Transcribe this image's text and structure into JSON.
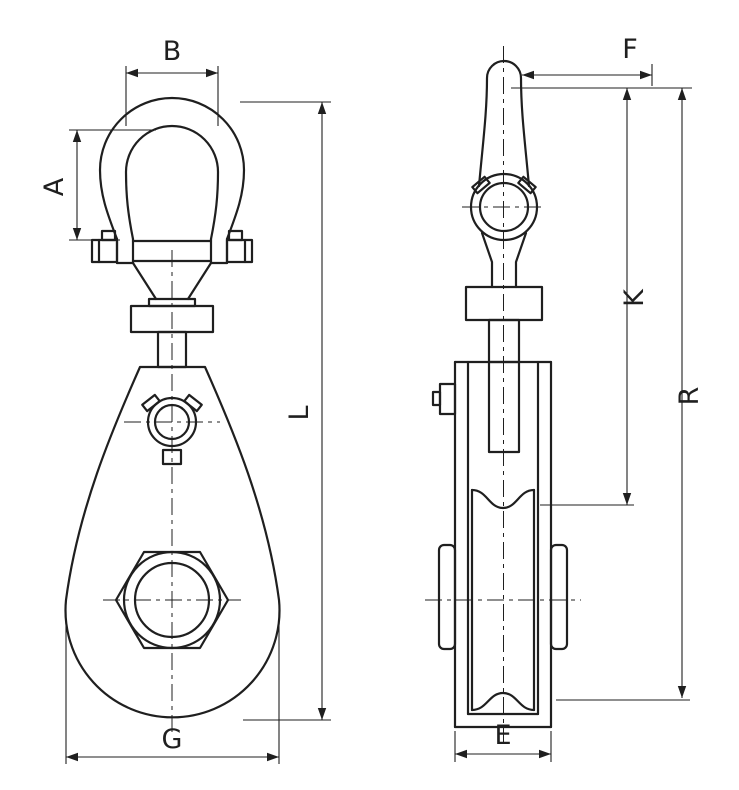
{
  "diagram": {
    "background_color": "#ffffff",
    "line_color": "#1f1f1f",
    "dimension_labels": {
      "B": "B",
      "A": "A",
      "L": "L",
      "G": "G",
      "F": "F",
      "K": "K",
      "R": "R",
      "E": "E"
    }
  }
}
